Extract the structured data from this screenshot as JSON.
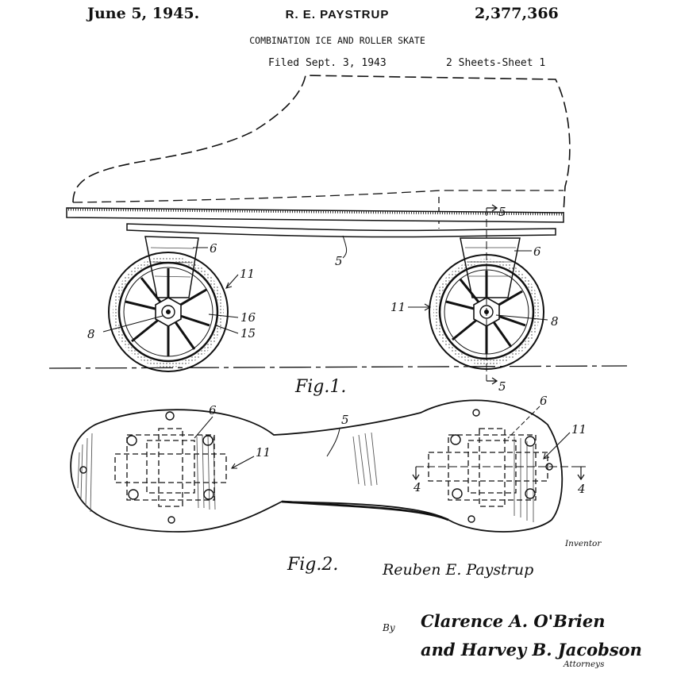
{
  "header": {
    "date": "June 5, 1945.",
    "inventor": "R. E. PAYSTRUP",
    "patent_number": "2,377,366",
    "title": "COMBINATION ICE AND ROLLER SKATE",
    "filed": "Filed Sept. 3, 1943",
    "sheets": "2 Sheets-Sheet 1"
  },
  "figure1": {
    "caption": "Fig.1.",
    "labels": {
      "plate": "5",
      "section_top": "5",
      "section_bottom": "5",
      "truck_left": "6",
      "truck_right": "6",
      "wheel_left": "11",
      "wheel_right": "11",
      "axle_left": "8",
      "axle_right": "8",
      "hub": "16",
      "tire": "15"
    }
  },
  "figure2": {
    "caption": "Fig.2.",
    "labels": {
      "plate": "5",
      "truck_left": "6",
      "truck_right": "6",
      "wheel_left": "11",
      "wheel_right": "11",
      "section_left": "4",
      "section_right": "4"
    }
  },
  "signatures": {
    "inventor_caption": "Inventor",
    "inventor_signature": "Reuben E. Paystrup",
    "by": "By",
    "attorney_line1": "Clarence A. O'Brien",
    "attorney_line2": "and Harvey B. Jacobson",
    "attorneys_caption": "Attorneys"
  }
}
